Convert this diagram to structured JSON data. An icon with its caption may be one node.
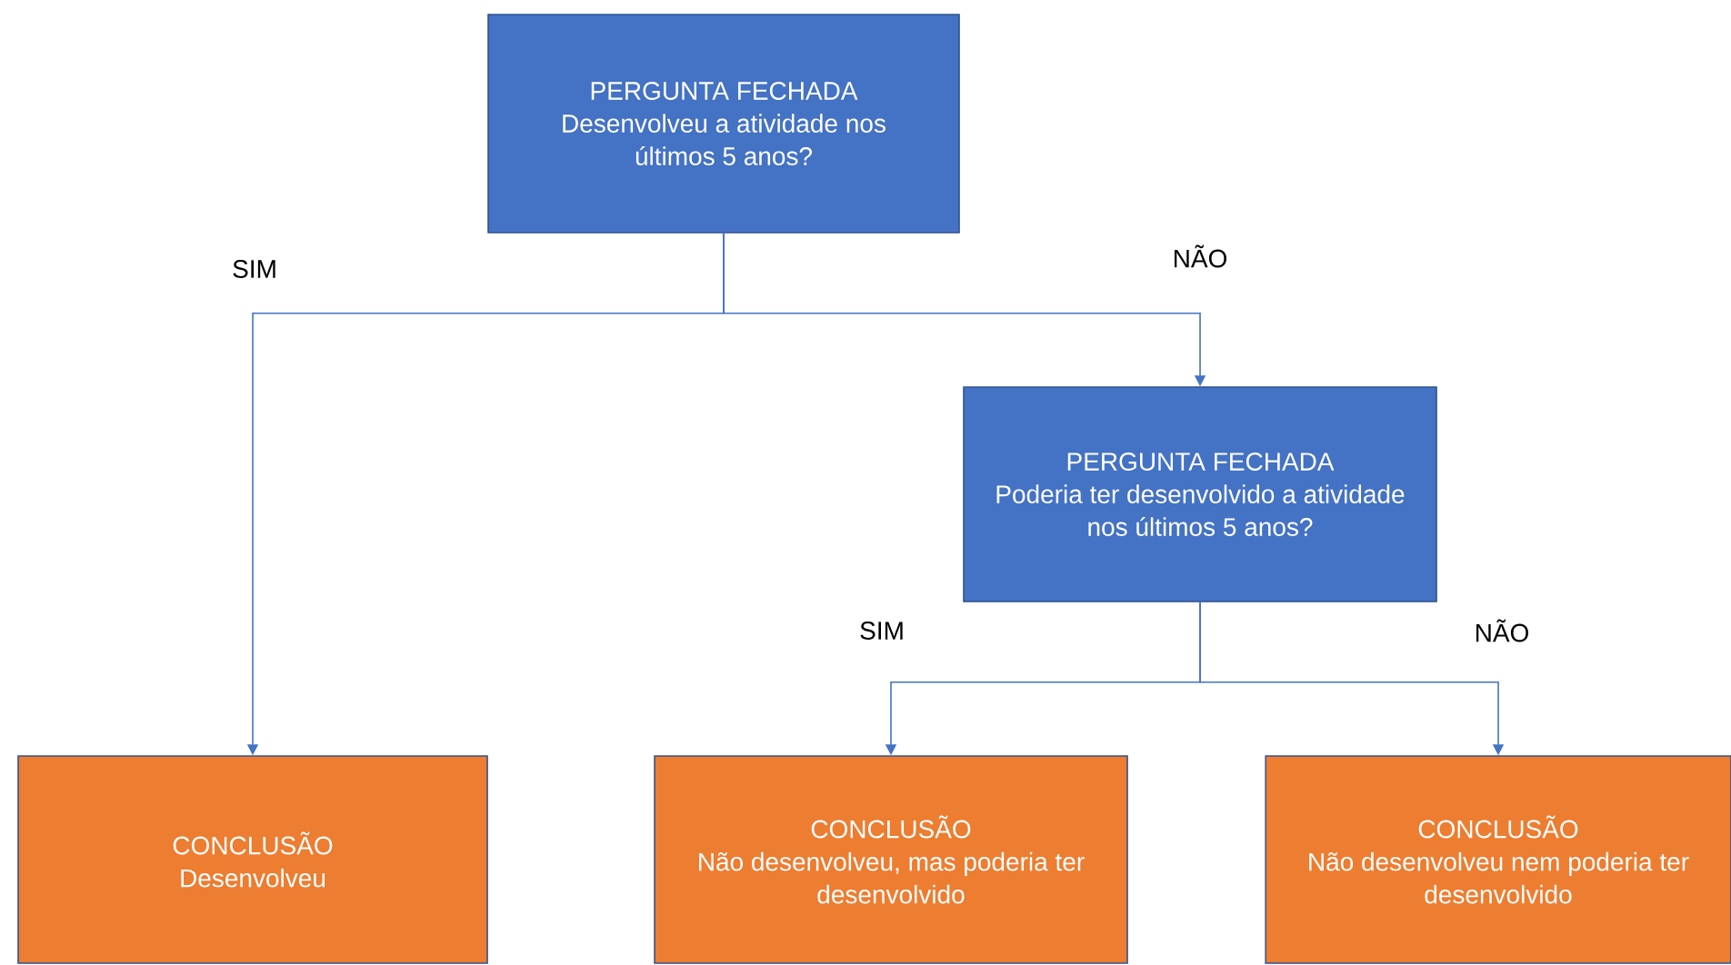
{
  "diagram": {
    "nodes": [
      {
        "text": [
          "PERGUNTA FECHADA",
          "Desenvolveu a atividade nos últimos 5 anos?"
        ]
      },
      {
        "text": [
          "PERGUNTA FECHADA",
          "Poderia ter desenvolvido a atividade nos últimos 5 anos?"
        ]
      },
      {
        "text": [
          "CONCLUSÃO",
          "Desenvolveu"
        ]
      },
      {
        "text": [
          "CONCLUSÃO",
          "Não desenvolveu, mas poderia ter desenvolvido"
        ]
      },
      {
        "text": [
          "CONCLUSÃO",
          "Não desenvolveu nem poderia ter desenvolvido"
        ]
      }
    ],
    "edges": [
      {
        "from": 0,
        "to": 2,
        "arrow": "to",
        "label": "SIM"
      },
      {
        "from": 0,
        "to": 1,
        "arrow": "to",
        "label": "NÃO"
      },
      {
        "from": 1,
        "to": 3,
        "arrow": "to",
        "label": "SIM"
      },
      {
        "from": 1,
        "to": 4,
        "arrow": "to",
        "label": "NÃO"
      }
    ]
  }
}
